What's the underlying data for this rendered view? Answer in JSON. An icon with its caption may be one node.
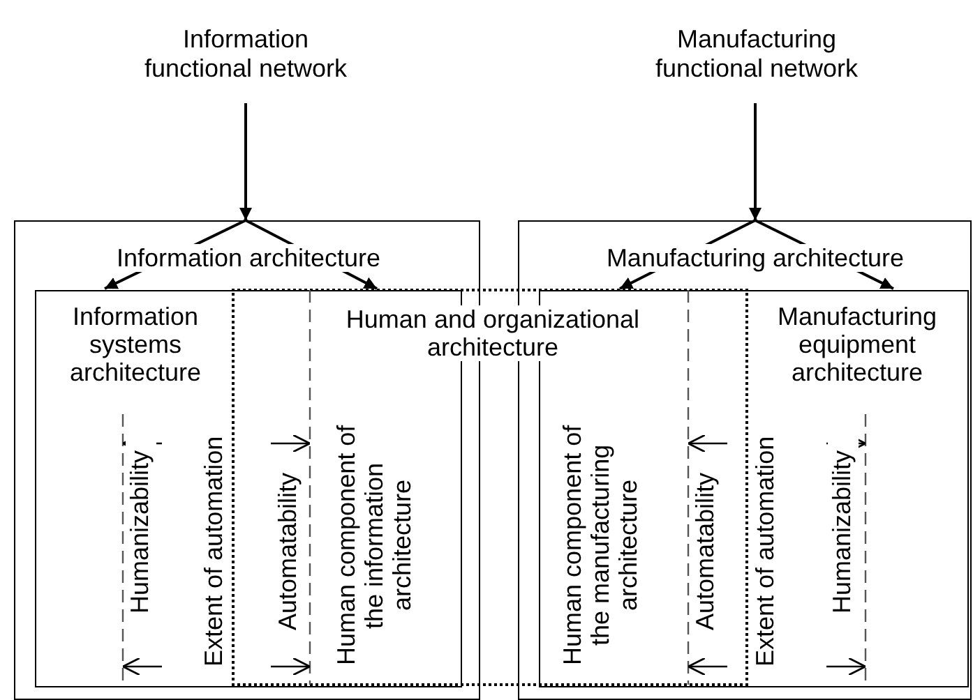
{
  "diagram": {
    "nodes": [
      {
        "text": [
          "Information functional network"
        ]
      },
      {
        "text": [
          "Manufacturing functional network"
        ]
      },
      {
        "text": [
          "Information architecture"
        ]
      },
      {
        "text": [
          "Manufacturing architecture"
        ]
      },
      {
        "text": [
          "Information systems architecture"
        ],
        "in": 2
      },
      {
        "text": [
          "Human and organizational architecture"
        ]
      },
      {
        "text": [
          "Manufacturing equipment architecture"
        ],
        "in": 3
      }
    ],
    "edges": [
      {
        "from": 0,
        "to": 2,
        "arrow": "to"
      },
      {
        "from": 1,
        "to": 3,
        "arrow": "to"
      },
      {
        "from": 2,
        "to": 4,
        "arrow": "to"
      },
      {
        "from": 2,
        "to": 5,
        "arrow": "to"
      },
      {
        "from": 3,
        "to": 5,
        "arrow": "to"
      },
      {
        "from": 3,
        "to": 6,
        "arrow": "to"
      }
    ],
    "labels": [
      "Humanizability",
      "Extent of automation",
      "Automatability",
      "Human component of the information architecture",
      "Human component of the manufacturing architecture",
      "Automatability",
      "Extent of automation",
      "Humanizability"
    ]
  }
}
